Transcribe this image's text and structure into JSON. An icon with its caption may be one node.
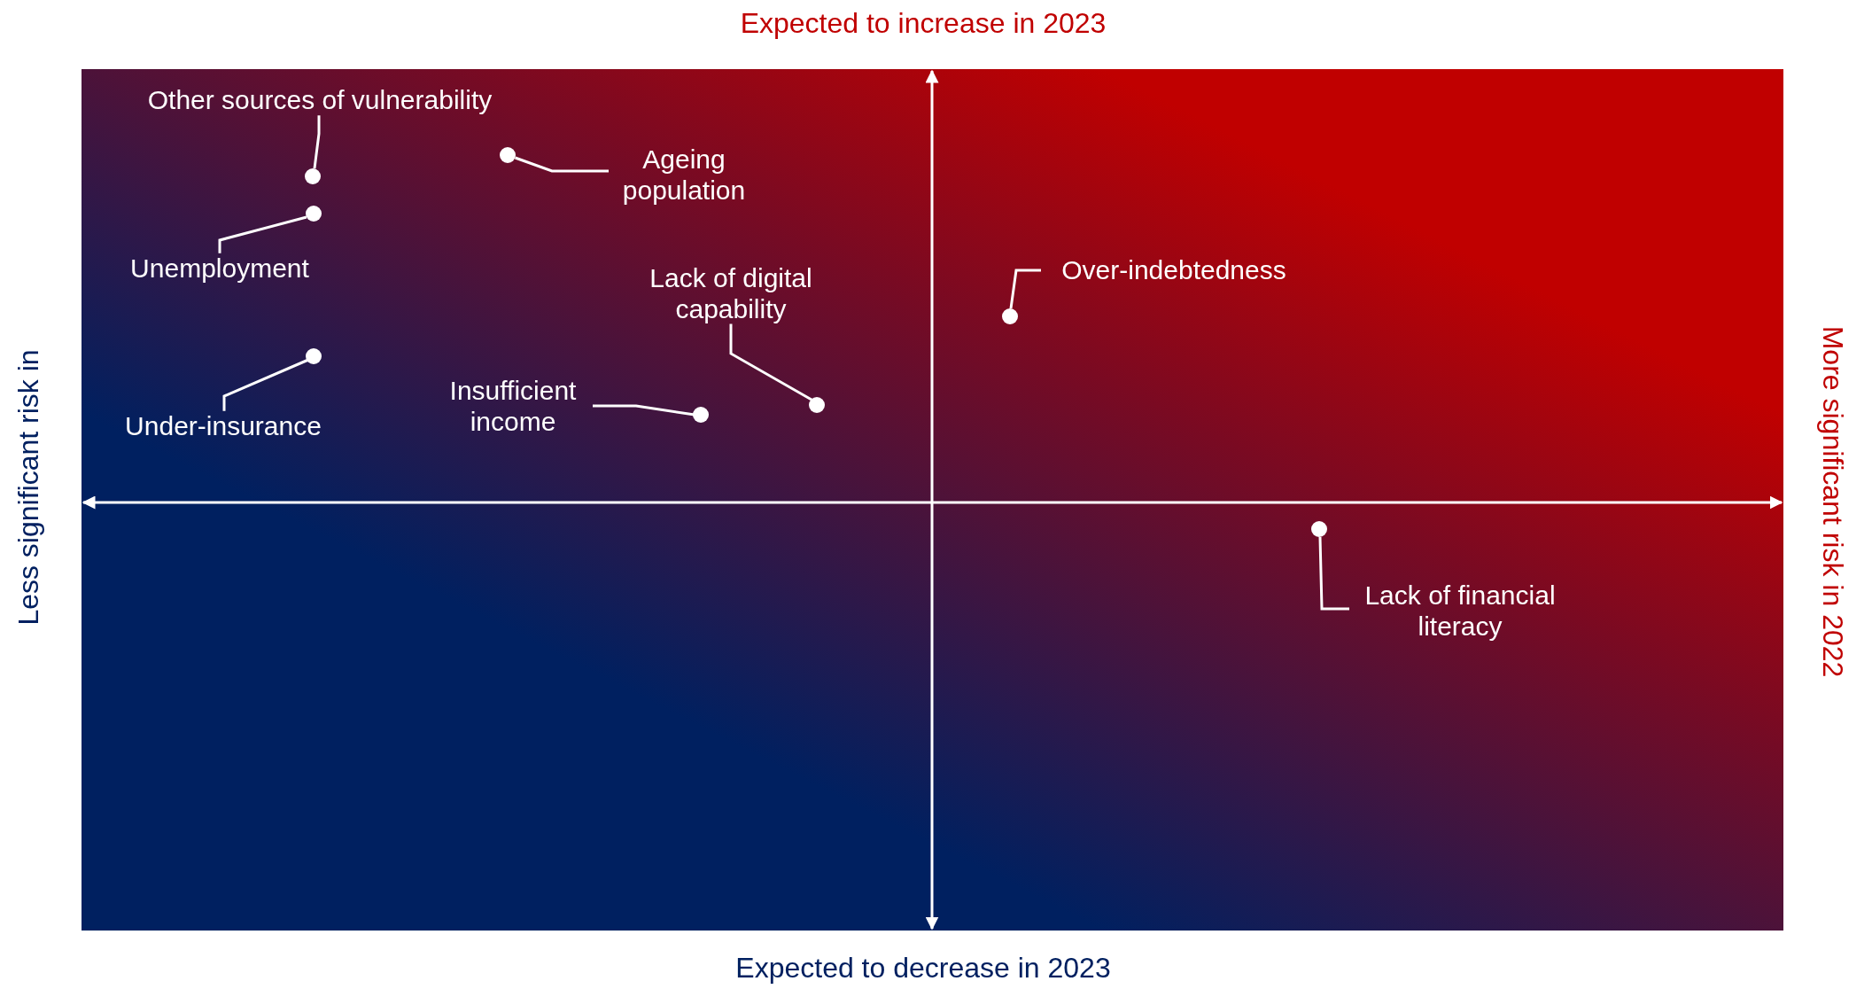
{
  "diagram": {
    "nodes": [
      {
        "text": [
          "Other sources of vulnerability"
        ]
      },
      {
        "text": [
          "Ageing population"
        ]
      },
      {
        "text": [
          "Unemployment"
        ]
      },
      {
        "text": [
          "Lack of digital capability"
        ]
      },
      {
        "text": [
          "Over-indebtedness"
        ]
      },
      {
        "text": [
          "Under-insurance"
        ]
      },
      {
        "text": [
          "Insufficient income"
        ]
      },
      {
        "text": [
          "Lack of financial literacy"
        ]
      },
      {
        "text": [],
        "shape": "circle"
      },
      {
        "text": [],
        "shape": "circle"
      },
      {
        "text": [],
        "shape": "circle"
      },
      {
        "text": [],
        "shape": "circle"
      },
      {
        "text": [],
        "shape": "circle"
      },
      {
        "text": [],
        "shape": "circle"
      },
      {
        "text": [],
        "shape": "circle"
      },
      {
        "text": [],
        "shape": "circle"
      }
    ],
    "edges": [
      {
        "from": 0,
        "to": 8,
        "arrow": "none"
      },
      {
        "from": 1,
        "to": 11,
        "arrow": "none"
      },
      {
        "from": 2,
        "to": 9,
        "arrow": "none"
      },
      {
        "from": 3,
        "to": 13,
        "arrow": "none"
      },
      {
        "from": 4,
        "to": 14,
        "arrow": "none"
      },
      {
        "from": 5,
        "to": 10,
        "arrow": "none"
      },
      {
        "from": 6,
        "to": 12,
        "arrow": "none"
      },
      {
        "from": 7,
        "to": 15,
        "arrow": "none"
      }
    ],
    "labels": [
      "Expected to increase in 2023",
      "Less significant risk in",
      "More significant risk in 2022",
      "Expected to decrease in 2023"
    ]
  }
}
